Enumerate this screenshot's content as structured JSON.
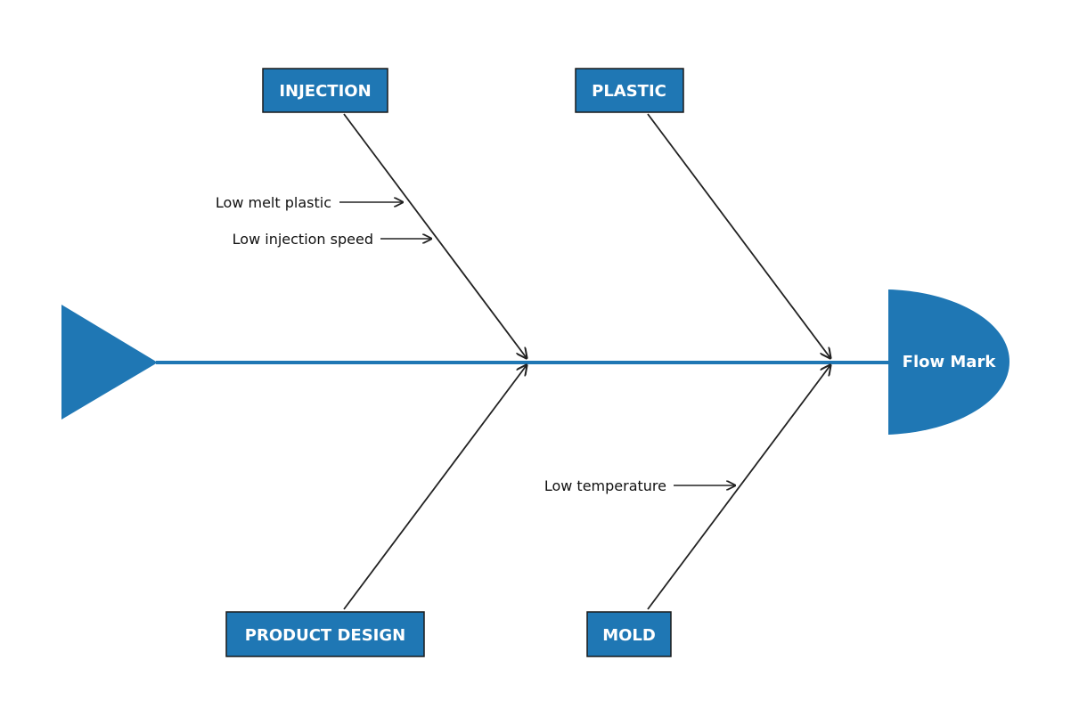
{
  "diagram": {
    "effect": "Flow Mark",
    "categories": {
      "injection": "INJECTION",
      "plastic": "PLASTIC",
      "product_design": "PRODUCT DESIGN",
      "mold": "MOLD"
    },
    "causes": {
      "injection": [
        "Low melt plastic",
        "Low injection speed"
      ],
      "mold": [
        "Low temperature"
      ]
    }
  },
  "colors": {
    "primary": "#1f77b4",
    "line": "#222222",
    "box_border": "#1a1a1a"
  }
}
